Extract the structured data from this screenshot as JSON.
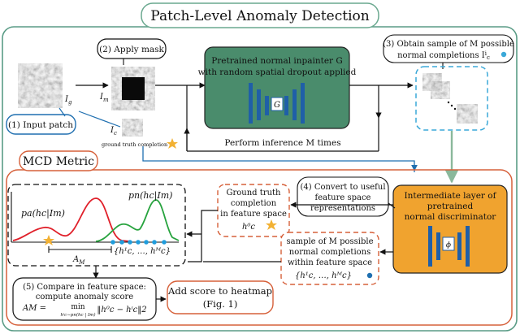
{
  "title": "Patch-Level Anomaly Detection",
  "steps": {
    "input_patch": "(1) Input patch",
    "apply_mask": "(2) Apply mask",
    "obtain_line1": "(3) Obtain sample of M possible",
    "obtain_line2": "normal completions I",
    "convert_line1": "(4) Convert to useful",
    "convert_line2": "feature space",
    "convert_line3": "representations",
    "compare_line1": "(5) Compare in feature space:",
    "compare_line2": "compute anomaly score"
  },
  "labels": {
    "ig": "I",
    "im": "I",
    "ic": "I",
    "ground_truth_completion": "ground truth completion",
    "inference": "Perform inference M times",
    "mcd_metric": "MCD Metric",
    "g_box": "G",
    "phi_box": "ϕ",
    "am_label": "A",
    "hc_set": "{h¹c, …, hᴹc}",
    "pa_label": "pa(hc|Im)",
    "pn_label": "pn(hc|Im)",
    "score_formula_lhs": "AM =",
    "score_formula_min": "min",
    "score_formula_sub": "hᶦc∼pn(hc | Im)",
    "score_formula_rhs": "‖h⁰c − hᶦc‖2"
  },
  "inpainter": {
    "line1": "Pretrained normal inpainter G",
    "line2": "with random spatial dropout applied"
  },
  "discriminator": {
    "line1": "Intermediate layer of",
    "line2": "pretrained",
    "line3": "normal discriminator"
  },
  "gt_feature": {
    "line1": "Ground truth",
    "line2": "completion",
    "line3": "in feature space",
    "line4": "h⁰c"
  },
  "sample_feature": {
    "line1": "sample of M possible",
    "line2": "normal completions",
    "line3": "within feature space",
    "line4": "{h¹c, …, hᴹc}"
  },
  "heatmap": {
    "line1": "Add score to heatmap",
    "line2": "(Fig. 1)"
  },
  "colors": {
    "inpainter_fill": "#4a8c6c",
    "discriminator_fill": "#f0a32f",
    "blue": "#1f6fb0",
    "red_curve": "#e0202a",
    "green_curve": "#27a33e",
    "outer_border": "#5a9c86",
    "mcd_border": "#d6603a",
    "dashed_red": "#d6603a",
    "dashed_blue": "#3aa8d8",
    "star": "#f2b134"
  }
}
